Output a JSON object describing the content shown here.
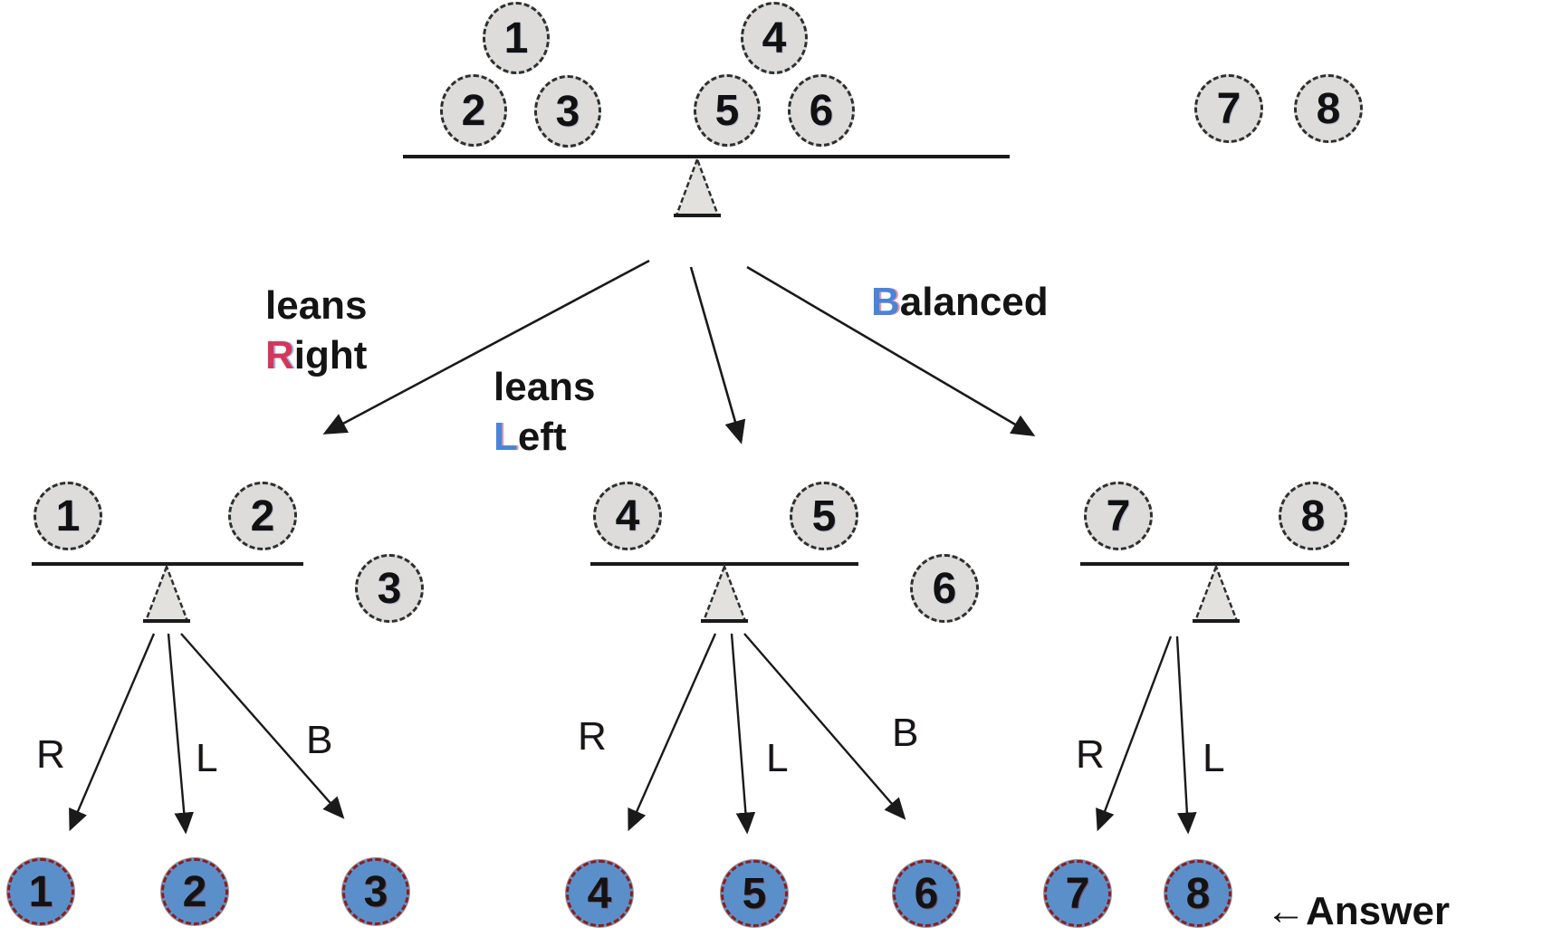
{
  "top_scale": {
    "left_pan": [
      "1",
      "2",
      "3"
    ],
    "right_pan": [
      "4",
      "5",
      "6"
    ],
    "aside": [
      "7",
      "8"
    ]
  },
  "branch_labels": {
    "leans_right": {
      "line1": "leans",
      "letter": "R",
      "rest": "ight"
    },
    "leans_left": {
      "line1": "leans",
      "letter": "L",
      "rest": "eft"
    },
    "balanced": {
      "letter": "B",
      "rest": "alanced"
    }
  },
  "scales": [
    {
      "left": "1",
      "right": "2",
      "aside": "3",
      "branches": [
        "R",
        "L",
        "B"
      ]
    },
    {
      "left": "4",
      "right": "5",
      "aside": "6",
      "branches": [
        "R",
        "L",
        "B"
      ]
    },
    {
      "left": "7",
      "right": "8",
      "branches": [
        "R",
        "L"
      ]
    }
  ],
  "answers": [
    "1",
    "2",
    "3",
    "4",
    "5",
    "6",
    "7",
    "8"
  ],
  "answer_note": {
    "arrow": "←",
    "label": "Answer"
  },
  "colors": {
    "ball_fill": "#dedcda",
    "ball_border": "#2f2f2f",
    "answer_fill": "#5b8fc9",
    "answer_border": "#8e1c1c",
    "highlight_red": "#d6365a",
    "highlight_blue": "#4a84d8",
    "line": "#1a1a1a"
  }
}
